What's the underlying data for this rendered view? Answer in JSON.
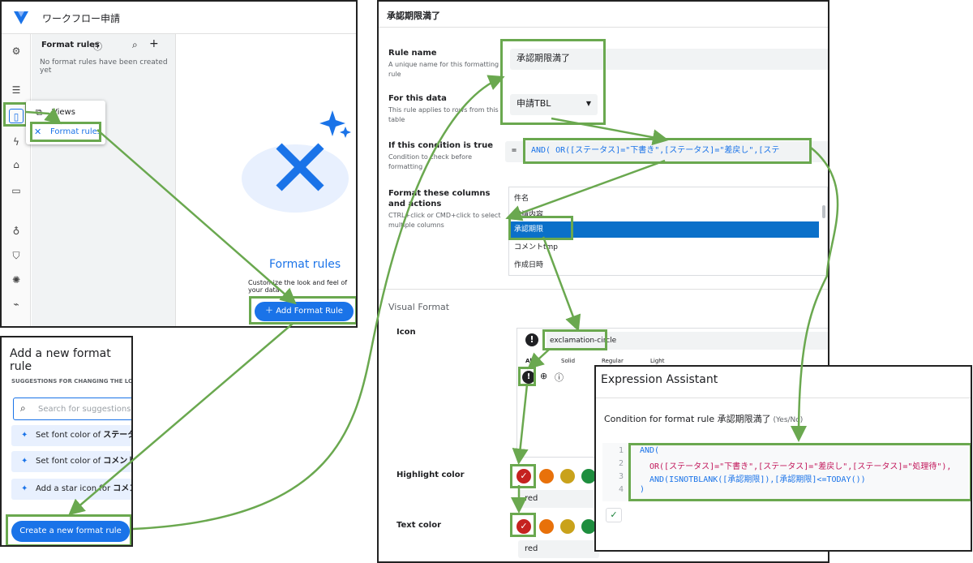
{
  "app": {
    "title": "ワークフロー申請",
    "rules_header": "Format rules",
    "info_glyph": "ⓘ",
    "empty_text": "No format rules have been created yet",
    "popup_views": "Views",
    "popup_format_rules": "Format rules",
    "hero_title": "Format rules",
    "hero_subtitle": "Customize the look and feel of your data",
    "add_button": "Add Format Rule"
  },
  "add_panel": {
    "title": "Add a new format rule",
    "section": "SUGGESTIONS FOR CHANGING THE LOO",
    "search_placeholder": "Search for suggestions",
    "suggestions": [
      {
        "prefix": "Set font color of ",
        "bold": "ステータス"
      },
      {
        "prefix": "Set font color of ",
        "bold": "コメント"
      },
      {
        "prefix": "Add a star icon for ",
        "bold": "コメント"
      }
    ],
    "create_button": "Create a new format rule"
  },
  "editor": {
    "title": "承認期限満了",
    "rule_name_label": "Rule name",
    "rule_name_help": "A unique name for this formatting rule",
    "rule_name_value": "承認期限満了",
    "for_data_label": "For this data",
    "for_data_help": "This rule applies to rows from this table",
    "for_data_value": "申請TBL",
    "condition_label": "If this condition is true",
    "condition_help": "Condition to check before formatting",
    "condition_eq": "=",
    "condition_value": "AND( OR([ステータス]=\"下書き\",[ステータス]=\"差戻し\",[ステ",
    "columns_label": "Format these columns and actions",
    "columns_help": "CTRL+click or CMD+click to select multiple columns",
    "columns": [
      "件名",
      "申請内容",
      "承認期限",
      "コメントtmp",
      "作成日時"
    ],
    "selected_column": "承認期限",
    "visual_format": "Visual Format",
    "icon_label": "Icon",
    "icon_value": "exclamation-circle",
    "icon_tabs": [
      "All",
      "Solid",
      "Regular",
      "Light"
    ],
    "highlight_label": "Highlight color",
    "highlight_value": "red",
    "text_color_label": "Text color",
    "text_color_value": "red",
    "swatch_colors": [
      "#c5221f",
      "#e8710a",
      "#c9a21b",
      "#1e8e3e"
    ]
  },
  "expr": {
    "title": "Expression Assistant",
    "condition_prefix": "Condition for format rule ",
    "condition_name": "承認期限満了",
    "condition_suffix": " (Yes/No)",
    "line_numbers": [
      "1",
      "2",
      "3",
      "4"
    ],
    "line1": "AND(",
    "line2": "OR([ステータス]=\"下書き\",[ステータス]=\"差戻し\",[ステータス]=\"処理待\"),",
    "line3": "AND(ISNOTBLANK([承認期限]),[承認期限]<=TODAY())",
    "line4": ")"
  },
  "colors": {
    "accent": "#1a73e8",
    "highlight": "#6aa84f",
    "selected_row": "#0b70c9",
    "red_check": "#c5221f"
  }
}
